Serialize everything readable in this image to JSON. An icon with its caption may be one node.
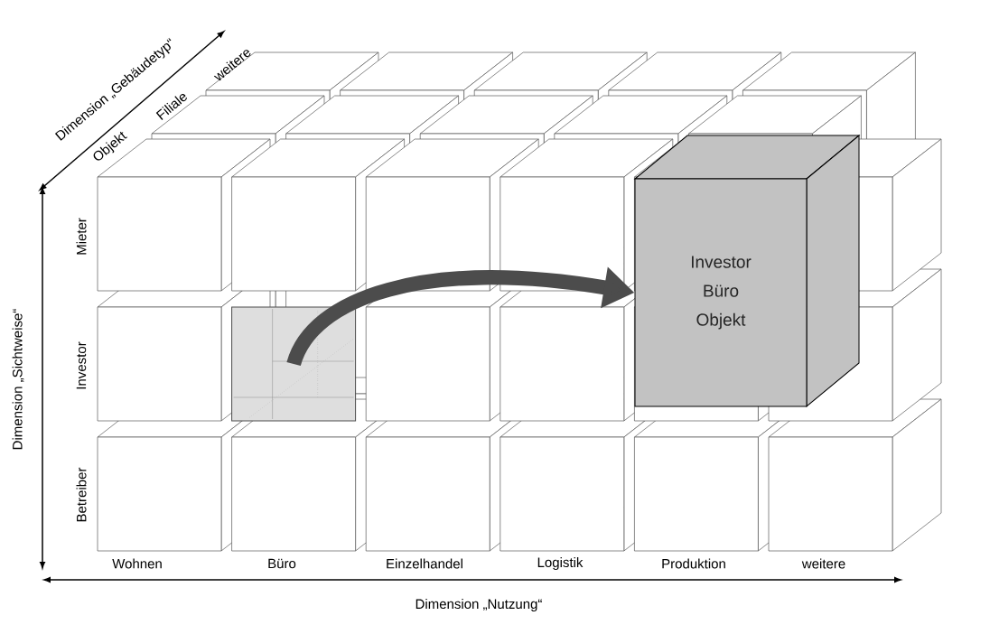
{
  "diagram": {
    "nodes": [
      {
        "text": [],
        "shape": "box"
      },
      {
        "text": [
          "Investor",
          "Büro",
          "Objekt"
        ]
      }
    ],
    "edges": [
      {
        "from": 0,
        "to": 1,
        "arrow": "to"
      }
    ],
    "labels": [
      "Dimension „Gebäudetyp“",
      "Objekt",
      "Filiale",
      "weitere",
      "Mieter",
      "Investor",
      "Betreiber",
      "Dimension „Sichtweise“",
      "Wohnen",
      "Büro",
      "Einzelhandel",
      "Logistik",
      "Produktion",
      "weitere",
      "Dimension „Nutzung“"
    ]
  }
}
